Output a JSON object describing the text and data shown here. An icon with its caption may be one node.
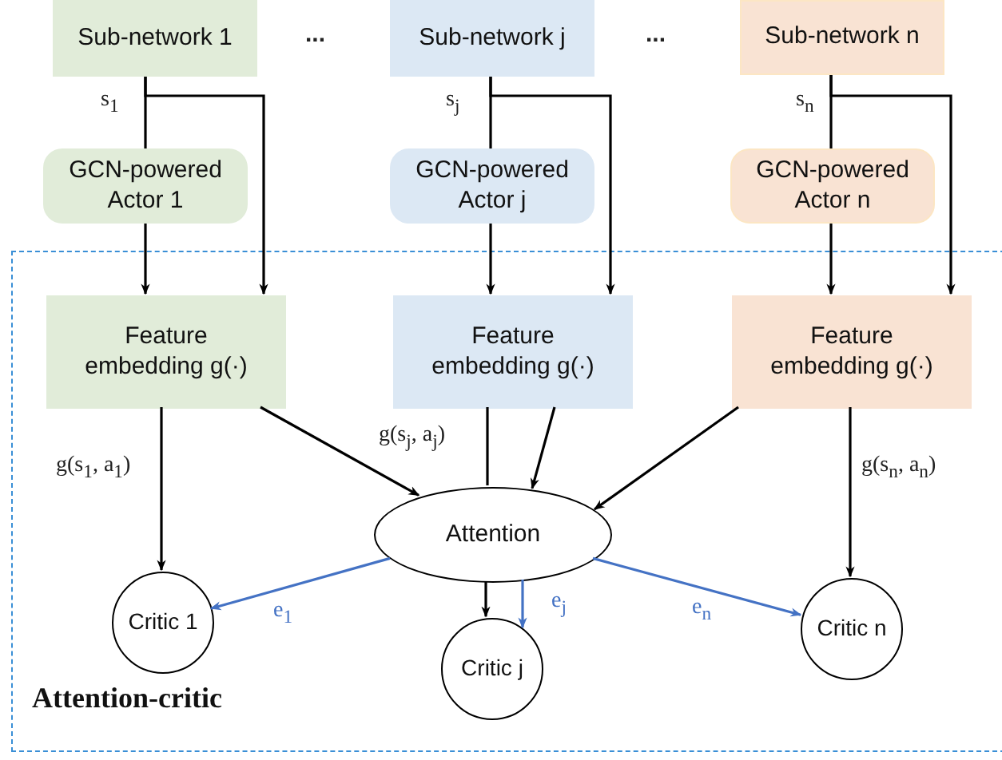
{
  "diagram": {
    "nodes": [
      {
        "text": [
          "Sub-network 1"
        ]
      },
      {
        "text": [
          "Sub-network j"
        ]
      },
      {
        "text": [
          "Sub-network n"
        ]
      },
      {
        "text": [
          "GCN-powered Actor 1"
        ]
      },
      {
        "text": [
          "GCN-powered Actor j"
        ]
      },
      {
        "text": [
          "GCN-powered Actor n"
        ]
      },
      {
        "text": [
          "Attention-critic"
        ]
      },
      {
        "text": [
          "Feature embedding g(·)"
        ],
        "in": 6
      },
      {
        "text": [
          "Feature embedding g(·)"
        ],
        "in": 6
      },
      {
        "text": [
          "Feature embedding g(·)"
        ],
        "in": 6
      },
      {
        "text": [
          "Attention"
        ],
        "in": 6
      },
      {
        "text": [
          "Critic 1"
        ],
        "in": 6
      },
      {
        "text": [
          "Critic j"
        ],
        "in": 6
      },
      {
        "text": [
          "Critic n"
        ],
        "in": 6
      }
    ],
    "edges": [
      {
        "from": 0,
        "to": 3,
        "arrow": "none",
        "label": "s$_{1}$"
      },
      {
        "from": 0,
        "to": 7,
        "arrow": "to"
      },
      {
        "from": 1,
        "to": 4,
        "arrow": "none",
        "label": "s$_{j}$"
      },
      {
        "from": 1,
        "to": 8,
        "arrow": "to"
      },
      {
        "from": 2,
        "to": 5,
        "arrow": "none",
        "label": "s$_{n}$"
      },
      {
        "from": 2,
        "to": 9,
        "arrow": "to"
      },
      {
        "from": 3,
        "to": 7,
        "arrow": "to"
      },
      {
        "from": 4,
        "to": 8,
        "arrow": "to"
      },
      {
        "from": 5,
        "to": 9,
        "arrow": "to"
      },
      {
        "from": 7,
        "to": 11,
        "arrow": "to",
        "label": "g(s$_{1}$, a$_{1}$)"
      },
      {
        "from": 7,
        "to": 10,
        "arrow": "to"
      },
      {
        "from": 8,
        "to": 10,
        "arrow": "none",
        "label": "g(s$_{j}$, a$_{j}$)"
      },
      {
        "from": 8,
        "to": 10,
        "arrow": "to"
      },
      {
        "from": 9,
        "to": 10,
        "arrow": "to"
      },
      {
        "from": 9,
        "to": 13,
        "arrow": "to",
        "label": "g(s$_{n}$, a$_{n}$)"
      },
      {
        "from": 10,
        "to": 11,
        "arrow": "to",
        "label": "e$_{1}$",
        "color": "#4472c4"
      },
      {
        "from": 10,
        "to": 12,
        "arrow": "to"
      },
      {
        "from": 10,
        "to": 12,
        "arrow": "to",
        "label": "e$_{j}$",
        "color": "#4472c4"
      },
      {
        "from": 10,
        "to": 13,
        "arrow": "to",
        "label": "e$_{n}$",
        "color": "#4472c4"
      }
    ],
    "labels": [
      "...",
      "..."
    ]
  }
}
